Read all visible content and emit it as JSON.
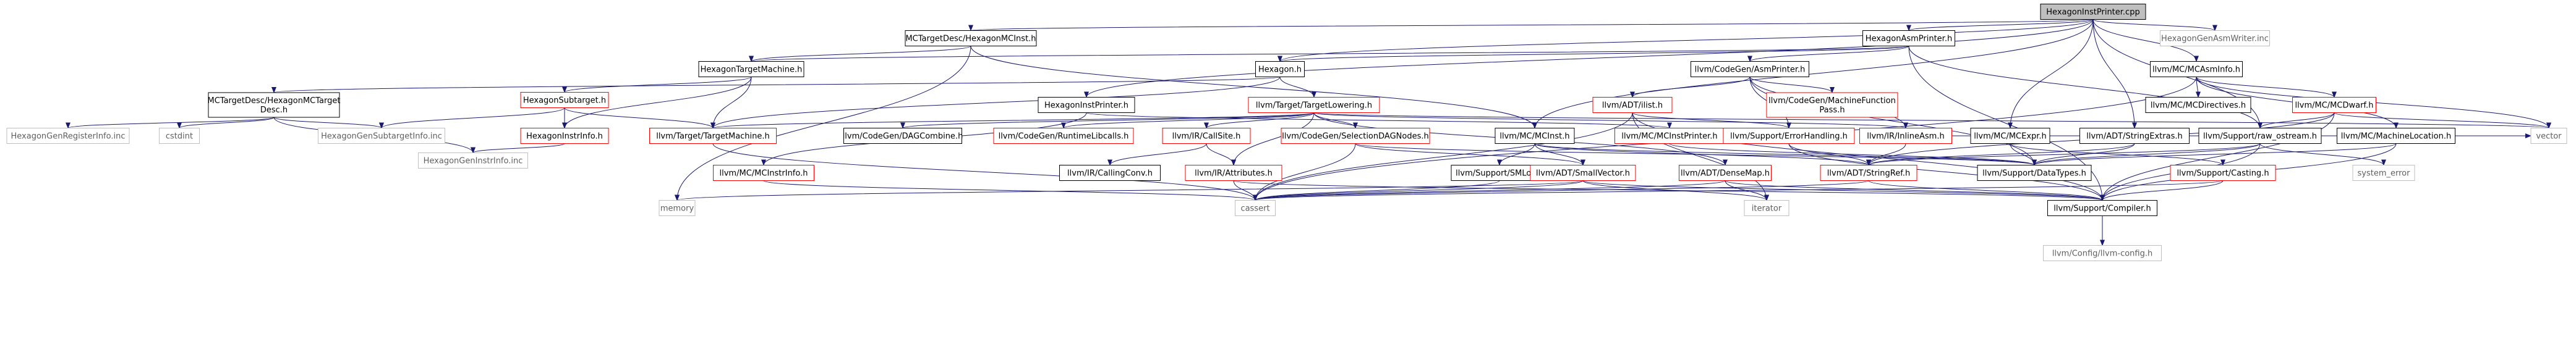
{
  "nodes": [
    {
      "id": "root",
      "label": "HexagonInstPrinter.cpp",
      "style": "root"
    },
    {
      "id": "mctd_mcinst",
      "label": "MCTargetDesc/HexagonMCInst.h",
      "style": "normal"
    },
    {
      "id": "asmprinter_h",
      "label": "HexagonAsmPrinter.h",
      "style": "normal"
    },
    {
      "id": "genasmwriter",
      "label": "HexagonGenAsmWriter.inc",
      "style": "plain"
    },
    {
      "id": "targetmachine",
      "label": "HexagonTargetMachine.h",
      "style": "normal"
    },
    {
      "id": "hexagon_h",
      "label": "Hexagon.h",
      "style": "normal"
    },
    {
      "id": "cg_asmprinter",
      "label": "llvm/CodeGen/AsmPrinter.h",
      "style": "normal"
    },
    {
      "id": "mcasminfo",
      "label": "llvm/MC/MCAsmInfo.h",
      "style": "normal"
    },
    {
      "id": "mctd_desc",
      "label": "MCTargetDesc/HexagonMCTarget\nDesc.h",
      "style": "normal"
    },
    {
      "id": "subtarget",
      "label": "HexagonSubtarget.h",
      "style": "red"
    },
    {
      "id": "instprinter_h",
      "label": "HexagonInstPrinter.h",
      "style": "normal"
    },
    {
      "id": "tlowering",
      "label": "llvm/Target/TargetLowering.h",
      "style": "red"
    },
    {
      "id": "ilist",
      "label": "llvm/ADT/ilist.h",
      "style": "red"
    },
    {
      "id": "mfpass",
      "label": "llvm/CodeGen/MachineFunction\nPass.h",
      "style": "red"
    },
    {
      "id": "mcdirectives",
      "label": "llvm/MC/MCDirectives.h",
      "style": "normal"
    },
    {
      "id": "mcdwarf",
      "label": "llvm/MC/MCDwarf.h",
      "style": "red"
    },
    {
      "id": "genreginfo",
      "label": "HexagonGenRegisterInfo.inc",
      "style": "plain"
    },
    {
      "id": "cstdint",
      "label": "cstdint",
      "style": "plain"
    },
    {
      "id": "gensubinfo",
      "label": "HexagonGenSubtargetInfo.inc",
      "style": "plain"
    },
    {
      "id": "instrinfo",
      "label": "HexagonInstrInfo.h",
      "style": "red"
    },
    {
      "id": "ttargetmachine",
      "label": "llvm/Target/TargetMachine.h",
      "style": "red"
    },
    {
      "id": "dagcombine",
      "label": "llvm/CodeGen/DAGCombine.h",
      "style": "normal"
    },
    {
      "id": "runtimelibcalls",
      "label": "llvm/CodeGen/RuntimeLibcalls.h",
      "style": "red"
    },
    {
      "id": "callsite",
      "label": "llvm/IR/CallSite.h",
      "style": "red"
    },
    {
      "id": "seldagnodes",
      "label": "llvm/CodeGen/SelectionDAGNodes.h",
      "style": "red"
    },
    {
      "id": "mcinst",
      "label": "llvm/MC/MCInst.h",
      "style": "normal"
    },
    {
      "id": "mcinstprinter",
      "label": "llvm/MC/MCInstPrinter.h",
      "style": "red"
    },
    {
      "id": "errorhandling",
      "label": "llvm/Support/ErrorHandling.h",
      "style": "red"
    },
    {
      "id": "inlineasm",
      "label": "llvm/IR/InlineAsm.h",
      "style": "red"
    },
    {
      "id": "mcexpr",
      "label": "llvm/MC/MCExpr.h",
      "style": "normal"
    },
    {
      "id": "stringextras",
      "label": "llvm/ADT/StringExtras.h",
      "style": "normal"
    },
    {
      "id": "rawostream",
      "label": "llvm/Support/raw_ostream.h",
      "style": "normal"
    },
    {
      "id": "machloc",
      "label": "llvm/MC/MachineLocation.h",
      "style": "normal"
    },
    {
      "id": "vector",
      "label": "vector",
      "style": "plain"
    },
    {
      "id": "geninstrinfo",
      "label": "HexagonGenInstrInfo.inc",
      "style": "plain"
    },
    {
      "id": "mcinstrinfo",
      "label": "llvm/MC/MCInstrInfo.h",
      "style": "red"
    },
    {
      "id": "callingconv",
      "label": "llvm/IR/CallingConv.h",
      "style": "normal"
    },
    {
      "id": "attributes",
      "label": "llvm/IR/Attributes.h",
      "style": "red"
    },
    {
      "id": "smloc",
      "label": "llvm/Support/SMLoc.h",
      "style": "normal"
    },
    {
      "id": "smallvector",
      "label": "llvm/ADT/SmallVector.h",
      "style": "red"
    },
    {
      "id": "densemap",
      "label": "llvm/ADT/DenseMap.h",
      "style": "red"
    },
    {
      "id": "stringref",
      "label": "llvm/ADT/StringRef.h",
      "style": "red"
    },
    {
      "id": "datatypes",
      "label": "llvm/Support/DataTypes.h",
      "style": "normal"
    },
    {
      "id": "casting",
      "label": "llvm/Support/Casting.h",
      "style": "red"
    },
    {
      "id": "system_error",
      "label": "system_error",
      "style": "plain"
    },
    {
      "id": "memory",
      "label": "memory",
      "style": "plain"
    },
    {
      "id": "cassert",
      "label": "cassert",
      "style": "plain"
    },
    {
      "id": "iterator",
      "label": "iterator",
      "style": "plain"
    },
    {
      "id": "compiler",
      "label": "llvm/Support/Compiler.h",
      "style": "normal"
    },
    {
      "id": "llvmconfig",
      "label": "llvm/Config/llvm-config.h",
      "style": "plain"
    }
  ],
  "edges": [
    [
      "root",
      "mctd_mcinst"
    ],
    [
      "root",
      "asmprinter_h"
    ],
    [
      "root",
      "genasmwriter"
    ],
    [
      "root",
      "hexagon_h"
    ],
    [
      "root",
      "instprinter_h"
    ],
    [
      "root",
      "mcasminfo"
    ],
    [
      "root",
      "mcinst"
    ],
    [
      "root",
      "mcexpr"
    ],
    [
      "root",
      "stringextras"
    ],
    [
      "root",
      "rawostream"
    ],
    [
      "mctd_mcinst",
      "targetmachine"
    ],
    [
      "mctd_mcinst",
      "memory"
    ],
    [
      "mctd_mcinst",
      "mcinst"
    ],
    [
      "asmprinter_h",
      "targetmachine"
    ],
    [
      "asmprinter_h",
      "hexagon_h"
    ],
    [
      "asmprinter_h",
      "cg_asmprinter"
    ],
    [
      "asmprinter_h",
      "rawostream"
    ],
    [
      "asmprinter_h",
      "compiler"
    ],
    [
      "targetmachine",
      "subtarget"
    ],
    [
      "targetmachine",
      "instrinfo"
    ],
    [
      "targetmachine",
      "ttargetmachine"
    ],
    [
      "hexagon_h",
      "mctd_desc"
    ],
    [
      "hexagon_h",
      "ttargetmachine"
    ],
    [
      "hexagon_h",
      "tlowering"
    ],
    [
      "cg_asmprinter",
      "ilist"
    ],
    [
      "cg_asmprinter",
      "mfpass"
    ],
    [
      "cg_asmprinter",
      "errorhandling"
    ],
    [
      "cg_asmprinter",
      "inlineasm"
    ],
    [
      "cg_asmprinter",
      "datatypes"
    ],
    [
      "mcasminfo",
      "mcdirectives"
    ],
    [
      "mcasminfo",
      "mcdwarf"
    ],
    [
      "mcasminfo",
      "machloc"
    ],
    [
      "mcasminfo",
      "vector"
    ],
    [
      "mcasminfo",
      "cassert"
    ],
    [
      "mctd_desc",
      "genreginfo"
    ],
    [
      "mctd_desc",
      "cstdint"
    ],
    [
      "mctd_desc",
      "gensubinfo"
    ],
    [
      "mctd_desc",
      "geninstrinfo"
    ],
    [
      "subtarget",
      "gensubinfo"
    ],
    [
      "subtarget",
      "instrinfo"
    ],
    [
      "subtarget",
      "ttargetmachine"
    ],
    [
      "instrinfo",
      "geninstrinfo"
    ],
    [
      "instprinter_h",
      "mcinstprinter"
    ],
    [
      "instprinter_h",
      "mcinstrinfo"
    ],
    [
      "tlowering",
      "dagcombine"
    ],
    [
      "tlowering",
      "runtimelibcalls"
    ],
    [
      "tlowering",
      "callsite"
    ],
    [
      "tlowering",
      "seldagnodes"
    ],
    [
      "tlowering",
      "inlineasm"
    ],
    [
      "tlowering",
      "attributes"
    ],
    [
      "tlowering",
      "densemap"
    ],
    [
      "tlowering",
      "ttargetmachine"
    ],
    [
      "tlowering",
      "vector"
    ],
    [
      "ttargetmachine",
      "cassert"
    ],
    [
      "ilist",
      "errorhandling"
    ],
    [
      "ilist",
      "cassert"
    ],
    [
      "ilist",
      "iterator"
    ],
    [
      "ilist",
      "compiler"
    ],
    [
      "mcdwarf",
      "rawostream"
    ],
    [
      "mcdwarf",
      "stringref"
    ],
    [
      "mcdwarf",
      "vector"
    ],
    [
      "mcdwarf",
      "compiler"
    ],
    [
      "callsite",
      "callingconv"
    ],
    [
      "callsite",
      "attributes"
    ],
    [
      "seldagnodes",
      "smallvector"
    ],
    [
      "seldagnodes",
      "cassert"
    ],
    [
      "seldagnodes",
      "datatypes"
    ],
    [
      "mcinst",
      "smloc"
    ],
    [
      "mcinst",
      "smallvector"
    ],
    [
      "mcinst",
      "stringref"
    ],
    [
      "mcinst",
      "datatypes"
    ],
    [
      "mcinstprinter",
      "datatypes"
    ],
    [
      "errorhandling",
      "stringref"
    ],
    [
      "errorhandling",
      "compiler"
    ],
    [
      "inlineasm",
      "stringref"
    ],
    [
      "inlineasm",
      "vector"
    ],
    [
      "mcexpr",
      "casting"
    ],
    [
      "mcexpr",
      "datatypes"
    ],
    [
      "stringextras",
      "stringref"
    ],
    [
      "stringextras",
      "datatypes"
    ],
    [
      "rawostream",
      "system_error"
    ],
    [
      "rawostream",
      "datatypes"
    ],
    [
      "rawostream",
      "compiler"
    ],
    [
      "rawostream",
      "stringref"
    ],
    [
      "machloc",
      "datatypes"
    ],
    [
      "machloc",
      "compiler"
    ],
    [
      "mcinstrinfo",
      "cassert"
    ],
    [
      "attributes",
      "cassert"
    ],
    [
      "attributes",
      "compiler"
    ],
    [
      "smloc",
      "cassert"
    ],
    [
      "smallvector",
      "cassert"
    ],
    [
      "smallvector",
      "iterator"
    ],
    [
      "smallvector",
      "memory"
    ],
    [
      "smallvector",
      "compiler"
    ],
    [
      "densemap",
      "cassert"
    ],
    [
      "densemap",
      "iterator"
    ],
    [
      "densemap",
      "compiler"
    ],
    [
      "stringref",
      "cassert"
    ],
    [
      "stringref",
      "compiler"
    ],
    [
      "casting",
      "compiler"
    ],
    [
      "casting",
      "cassert"
    ],
    [
      "compiler",
      "llvmconfig"
    ]
  ]
}
